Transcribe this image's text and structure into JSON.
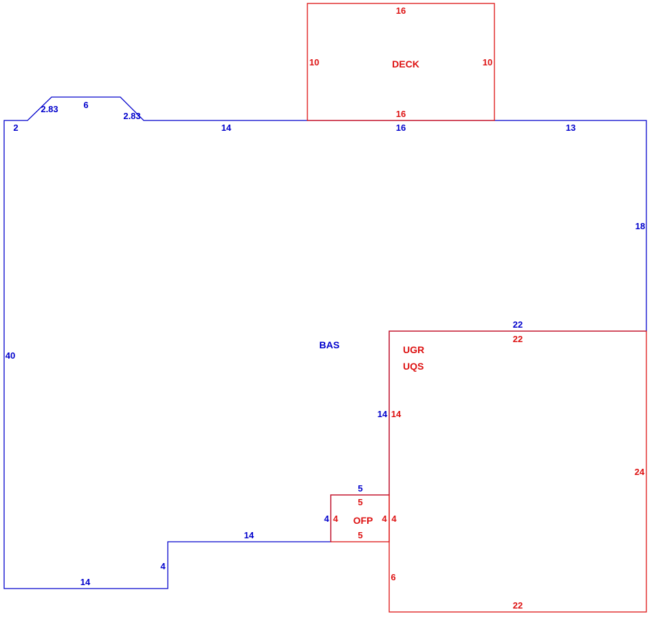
{
  "colors": {
    "bas": "#0000cc",
    "other": "#dd1111"
  },
  "areas": {
    "bas": {
      "name": "BAS"
    },
    "deck": {
      "name": "DECK"
    },
    "ugr": {
      "name": "UGR"
    },
    "uqs": {
      "name": "UQS"
    },
    "ofp": {
      "name": "OFP"
    }
  },
  "dimensions": {
    "bas": {
      "left_short": "2",
      "chamfer_left": "2.83",
      "bump_top": "6",
      "chamfer_right": "2.83",
      "top_mid": "14",
      "top_deck": "16",
      "top_right": "13",
      "right": "18",
      "garage_top": "22",
      "left": "40",
      "garage_left": "14",
      "ofp_top": "5",
      "ofp_left": "4",
      "step_top": "14",
      "step_vertical": "4",
      "bottom": "14"
    },
    "deck": {
      "top": "16",
      "left": "10",
      "right": "10",
      "bottom": "16"
    },
    "garage": {
      "top": "22",
      "left": "14",
      "right": "24",
      "lower_left": "6",
      "bottom": "22"
    },
    "ofp": {
      "top": "5",
      "left": "4",
      "right": "4",
      "bottom": "5"
    }
  }
}
